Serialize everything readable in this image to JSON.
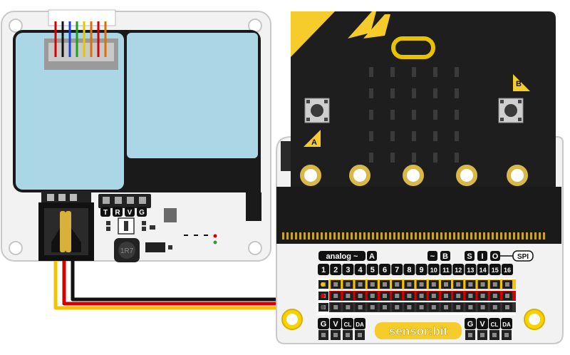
{
  "module": {
    "header_pins": [
      "T",
      "R",
      "V",
      "G"
    ],
    "inductor_label": "1R7"
  },
  "microbit": {
    "button_a": "A",
    "button_b": "B"
  },
  "sensorbit": {
    "brand": "sensor:bit",
    "group_analog": "analog ~",
    "group_analog_tag": "A",
    "group_pwm": "~",
    "group_pwm_tag": "B",
    "group_spi_letters": [
      "S",
      "I",
      "O"
    ],
    "group_spi_tag": "SPI",
    "pin_numbers": [
      "1",
      "2",
      "3",
      "4",
      "5",
      "6",
      "7",
      "8",
      "9",
      "10",
      "11",
      "12",
      "13",
      "14",
      "15",
      "16"
    ],
    "row_colors": [
      "#f5c400",
      "#d40000",
      "#333333"
    ],
    "i2c_left": [
      "G",
      "V",
      "CL",
      "DA"
    ],
    "i2c_right": [
      "G",
      "V",
      "CL",
      "DA"
    ]
  }
}
